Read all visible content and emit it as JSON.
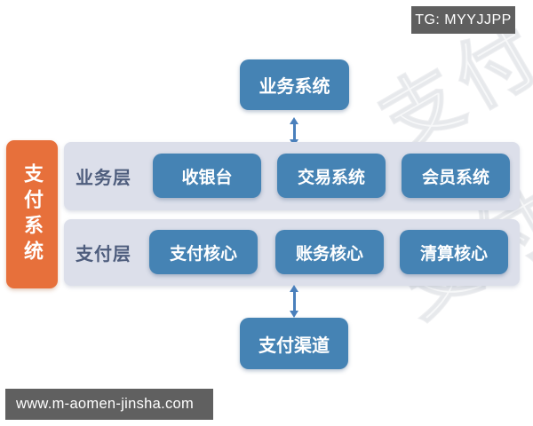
{
  "colors": {
    "node_blue": "#4583B4",
    "node_text": "#FFFFFF",
    "band_bg": "#DCDFEA",
    "side_orange": "#E7703B",
    "layer_label": "#4E5D7D",
    "tag_bg": "#5F5F5F",
    "footer_bg": "#606060",
    "arrow": "#4A80BC"
  },
  "header": {
    "tag_label": "TG: MYYJJPP"
  },
  "footer": {
    "url_label": "www.m-aomen-jinsha.com"
  },
  "diagram": {
    "system_label": "支付系统",
    "top_node_label": "业务系统",
    "bottom_node_label": "支付渠道",
    "layers": [
      {
        "label": "业务层",
        "nodes": [
          "收银台",
          "交易系统",
          "会员系统"
        ]
      },
      {
        "label": "支付层",
        "nodes": [
          "支付核心",
          "账务核心",
          "清算核心"
        ]
      }
    ],
    "watermark_text": "支付"
  }
}
